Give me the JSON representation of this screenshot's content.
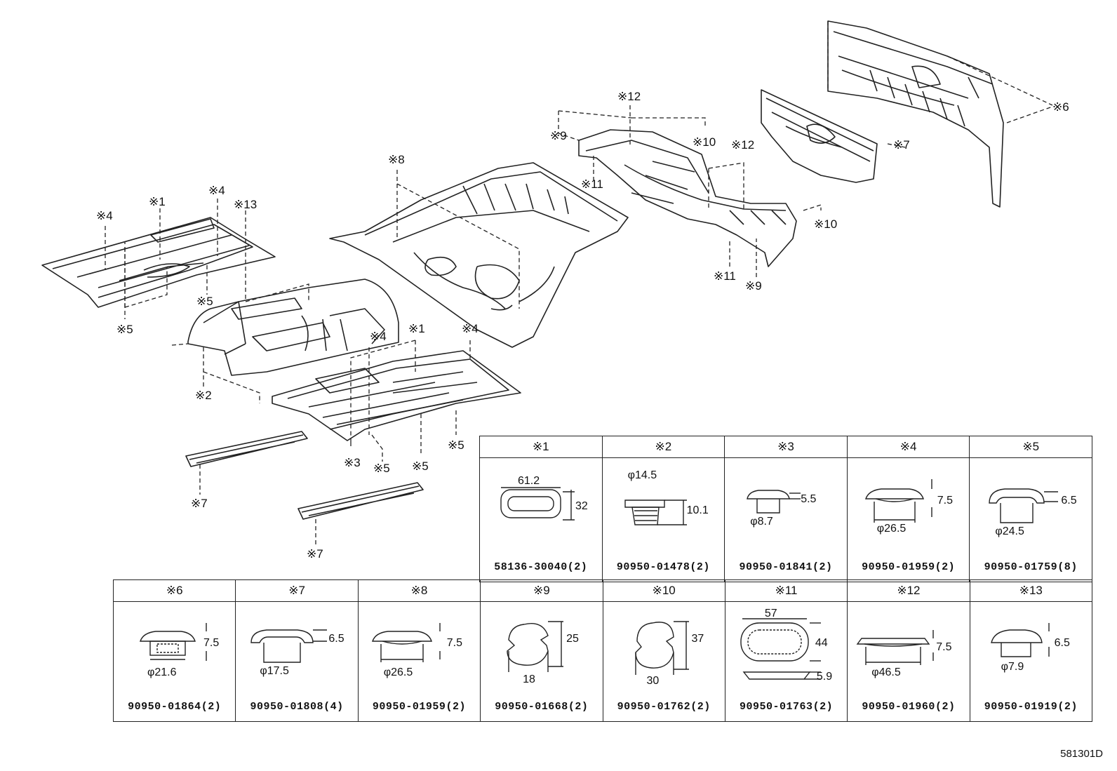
{
  "callouts": [
    {
      "id": "c4a",
      "text": "※4"
    },
    {
      "id": "c1a",
      "text": "※1"
    },
    {
      "id": "c4b",
      "text": "※4"
    },
    {
      "id": "c13",
      "text": "※13"
    },
    {
      "id": "c5a",
      "text": "※5"
    },
    {
      "id": "c5b",
      "text": "※5"
    },
    {
      "id": "c8",
      "text": "※8"
    },
    {
      "id": "c12a",
      "text": "※12"
    },
    {
      "id": "c9a",
      "text": "※9"
    },
    {
      "id": "c10a",
      "text": "※10"
    },
    {
      "id": "c12b",
      "text": "※12"
    },
    {
      "id": "c11a",
      "text": "※11"
    },
    {
      "id": "c6",
      "text": "※6"
    },
    {
      "id": "c7a",
      "text": "※7"
    },
    {
      "id": "c10b",
      "text": "※10"
    },
    {
      "id": "c11b",
      "text": "※11"
    },
    {
      "id": "c9b",
      "text": "※9"
    },
    {
      "id": "c2",
      "text": "※2"
    },
    {
      "id": "c1b",
      "text": "※1"
    },
    {
      "id": "c4c",
      "text": "※4"
    },
    {
      "id": "c4d",
      "text": "※4"
    },
    {
      "id": "c3",
      "text": "※3"
    },
    {
      "id": "c5c",
      "text": "※5"
    },
    {
      "id": "c5d",
      "text": "※5"
    },
    {
      "id": "c5e",
      "text": "※5"
    },
    {
      "id": "c7b",
      "text": "※7"
    },
    {
      "id": "c7c",
      "text": "※7"
    }
  ],
  "top_table": [
    {
      "key": "※1",
      "part": "58136-30040(2)",
      "dims": [
        "61.2",
        "32"
      ]
    },
    {
      "key": "※2",
      "part": "90950-01478(2)",
      "dims": [
        "φ14.5",
        "10.1"
      ]
    },
    {
      "key": "※3",
      "part": "90950-01841(2)",
      "dims": [
        "5.5",
        "φ8.7"
      ]
    },
    {
      "key": "※4",
      "part": "90950-01959(2)",
      "dims": [
        "7.5",
        "φ26.5"
      ]
    },
    {
      "key": "※5",
      "part": "90950-01759(8)",
      "dims": [
        "6.5",
        "φ24.5"
      ]
    }
  ],
  "bottom_table": [
    {
      "key": "※6",
      "part": "90950-01864(2)",
      "dims": [
        "7.5",
        "φ21.6"
      ]
    },
    {
      "key": "※7",
      "part": "90950-01808(4)",
      "dims": [
        "6.5",
        "φ17.5"
      ]
    },
    {
      "key": "※8",
      "part": "90950-01959(2)",
      "dims": [
        "7.5",
        "φ26.5"
      ]
    },
    {
      "key": "※9",
      "part": "90950-01668(2)",
      "dims": [
        "25",
        "18"
      ]
    },
    {
      "key": "※10",
      "part": "90950-01762(2)",
      "dims": [
        "37",
        "30"
      ]
    },
    {
      "key": "※11",
      "part": "90950-01763(2)",
      "dims": [
        "57",
        "44",
        "5.9"
      ]
    },
    {
      "key": "※12",
      "part": "90950-01960(2)",
      "dims": [
        "7.5",
        "φ46.5"
      ]
    },
    {
      "key": "※13",
      "part": "90950-01919(2)",
      "dims": [
        "6.5",
        "φ7.9"
      ]
    }
  ],
  "reference": "581301D"
}
